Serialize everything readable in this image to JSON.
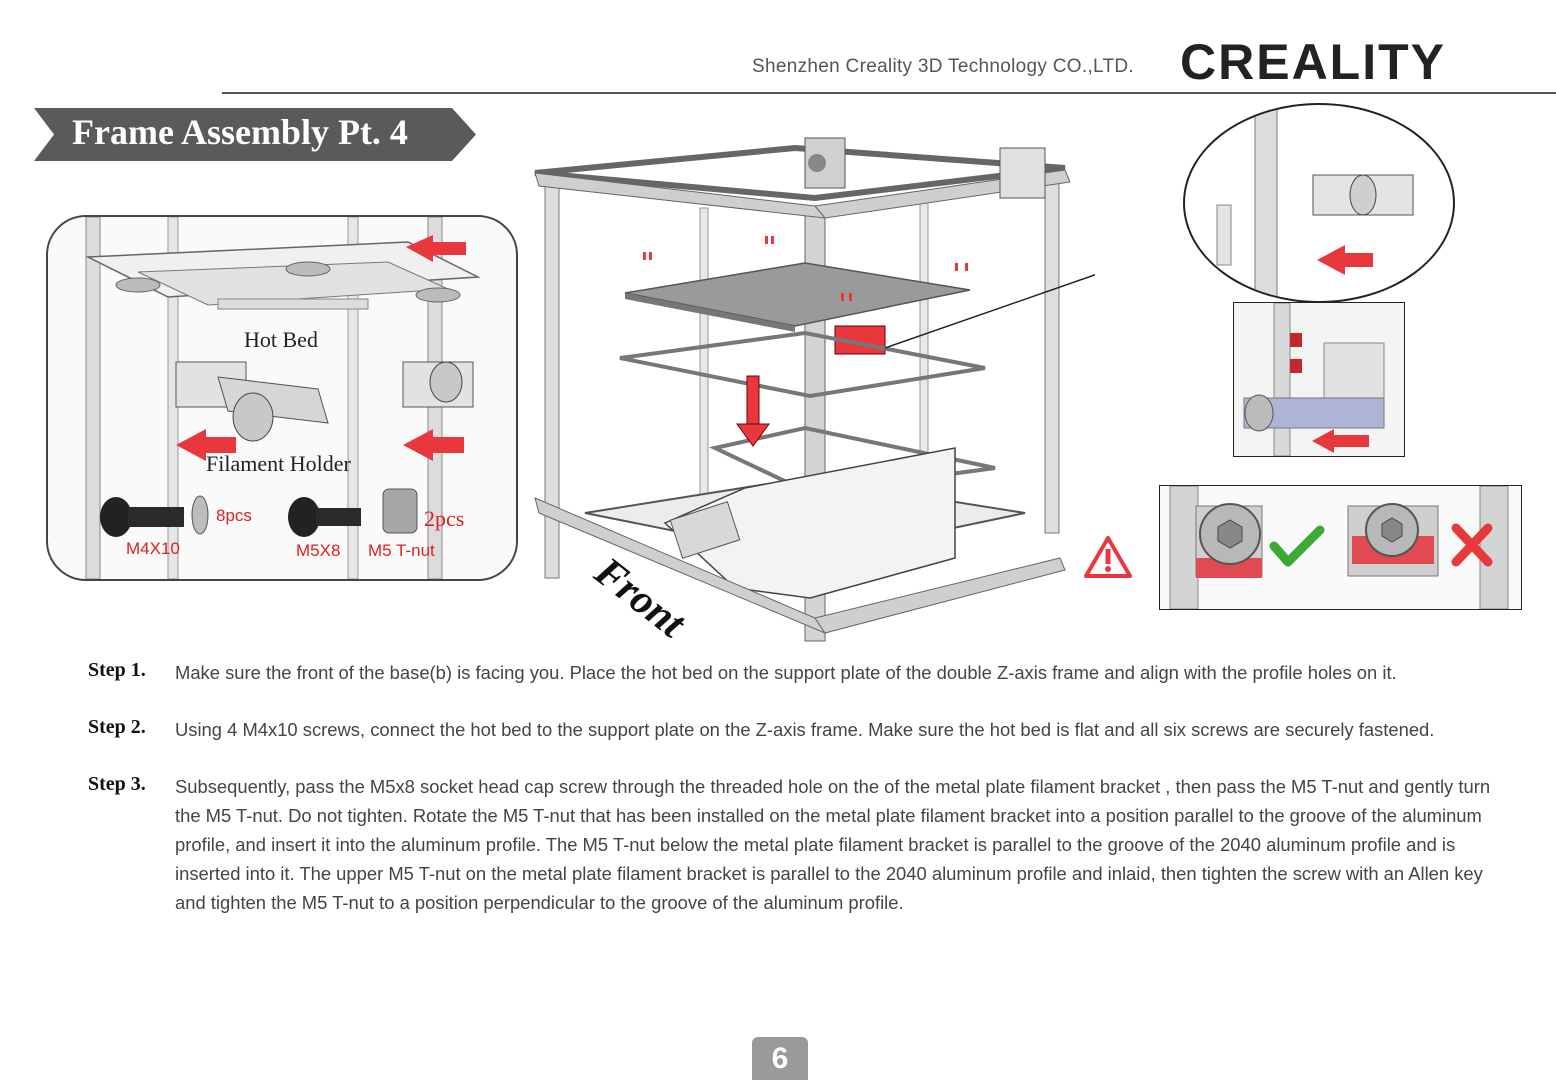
{
  "header": {
    "company": "Shenzhen Creality 3D Technology CO.,LTD.",
    "logo": "CREALITY"
  },
  "title": "Frame Assembly Pt. 4",
  "detail": {
    "hot_bed_label": "Hot Bed",
    "filament_holder_label": "Filament Holder",
    "screw1_qty": "8pcs",
    "screw1_name": "M4X10",
    "screw2_name": "M5X8",
    "tnut_name": "M5 T-nut",
    "tnut_qty": "2pcs"
  },
  "printer": {
    "front_label": "Front"
  },
  "colors": {
    "accent_red": "#e8383d",
    "banner_gray": "#5a5a5a",
    "check_green": "#3aa935"
  },
  "icons": [
    "warning-icon",
    "check-icon",
    "cross-icon",
    "arrow-left-icon",
    "arrow-down-icon"
  ],
  "steps": [
    {
      "label": "Step 1.",
      "text": "Make sure the front of the base(b)  is facing you. Place the hot bed on the support plate of the double Z-axis frame and align with the profile holes on it."
    },
    {
      "label": "Step 2.",
      "text": "Using 4 M4x10 screws, connect the hot bed to the support plate on the Z-axis frame. Make sure the hot bed is flat and all six screws are securely fastened."
    },
    {
      "label": "Step 3.",
      "text": "Subsequently, pass the M5x8  socket head cap screw through the threaded hole on the of the metal plate filament bracket , then pass the M5 T-nut and gently turn the  M5 T-nut. Do not tighten. Rotate the M5 T-nut that has been installed on the metal plate filament bracket into a position parallel to the groove of the aluminum profile, and insert it into the aluminum profile. The M5 T-nut below the metal plate filament bracket is parallel to the groove of the 2040 aluminum profile and is inserted into it. The upper M5 T-nut on the metal plate filament bracket is parallel to the 2040 aluminum profile  and inlaid, then tighten the screw with an Allen key and tighten the M5 T-nut to a position perpendicular to the groove of the aluminum profile."
    }
  ],
  "page_number": "6"
}
